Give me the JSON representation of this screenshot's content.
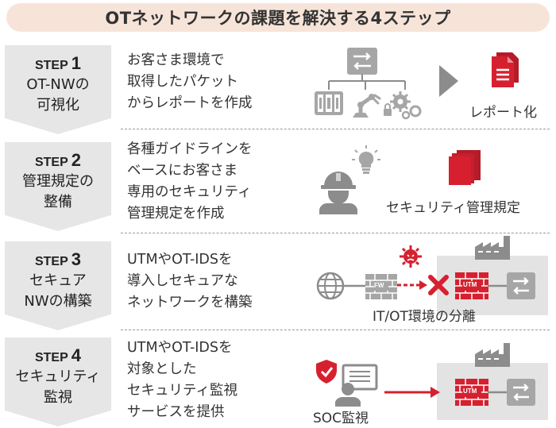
{
  "title": "OTネットワークの課題を解決する4ステップ",
  "colors": {
    "accent": "#d6202f",
    "gray": "#999999",
    "title_bg": "#f7e4d9",
    "tab_bg": "#e6e6e6"
  },
  "steps": [
    {
      "step_label": "STEP",
      "number": "1",
      "name": "OT-NWの\n可視化",
      "desc": [
        "お客さま環境で",
        "取得したパケット",
        "からレポートを作成"
      ],
      "graphic_label": "レポート化"
    },
    {
      "step_label": "STEP",
      "number": "2",
      "name": "管理規定の\n整備",
      "desc": [
        "各種ガイドラインを",
        "ベースにお客さま",
        "専用のセキュリティ",
        "管理規定を作成"
      ],
      "graphic_label": "セキュリティ管理規定"
    },
    {
      "step_label": "STEP",
      "number": "3",
      "name": "セキュア\nNWの構築",
      "desc": [
        "UTMやOT-IDSを",
        "導入しセキュアな",
        "ネットワークを構築"
      ],
      "graphic_label": "IT/OT環境の分離",
      "fw_label": "FW",
      "utm_label": "UTM"
    },
    {
      "step_label": "STEP",
      "number": "4",
      "name": "セキュリティ\n監視",
      "desc": [
        "UTMやOT-IDSを",
        "対象とした",
        "セキュリティ監視",
        "サービスを提供"
      ],
      "graphic_label": "SOC監視",
      "utm_label": "UTM"
    }
  ]
}
